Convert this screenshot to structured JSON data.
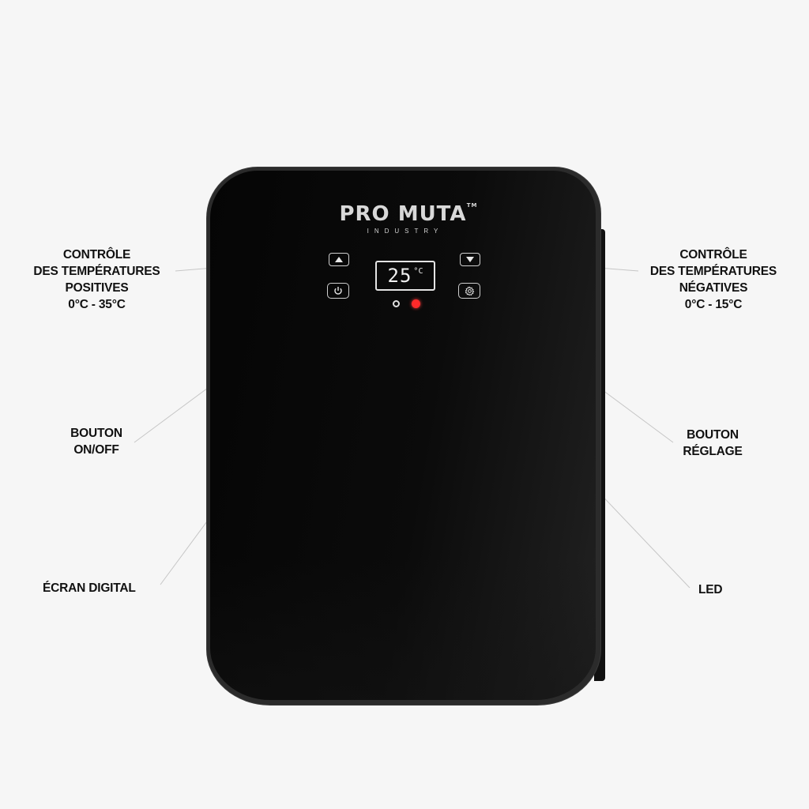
{
  "product": {
    "brand_name": "PRO MUTA",
    "brand_trademark": "TM",
    "brand_subtitle": "INDUSTRY",
    "display": {
      "temperature": "25",
      "unit": "°C"
    },
    "colors": {
      "background": "#f6f6f6",
      "device_body": "#0a0a0a",
      "led_active": "#ff2a2a",
      "label_text": "#111111",
      "leader_line": "#c8c8c8"
    },
    "controls": {
      "up_icon": "triangle-up-icon",
      "down_icon": "triangle-down-icon",
      "power_icon": "power-icon",
      "settings_icon": "gear-icon"
    }
  },
  "labels": {
    "positive_control": {
      "lines": [
        "CONTRÔLE",
        "DES TEMPÉRATURES",
        "POSITIVES",
        "0°C - 35°C"
      ]
    },
    "negative_control": {
      "lines": [
        "CONTRÔLE",
        "DES TEMPÉRATURES",
        "NÉGATIVES",
        "0°C - 15°C"
      ]
    },
    "on_off_button": {
      "lines": [
        "BOUTON",
        "ON/OFF"
      ]
    },
    "settings_button": {
      "lines": [
        "BOUTON",
        "RÉGLAGE"
      ]
    },
    "digital_screen": {
      "lines": [
        "ÉCRAN DIGITAL"
      ]
    },
    "led": {
      "lines": [
        "LED"
      ]
    }
  }
}
